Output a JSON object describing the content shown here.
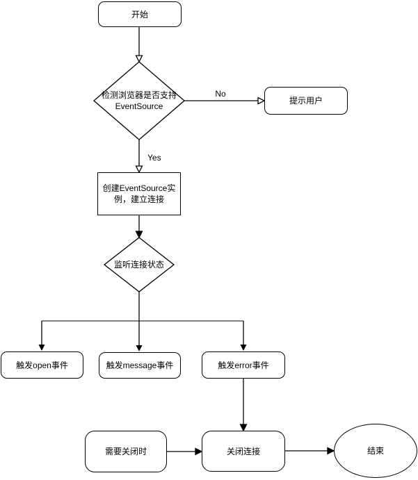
{
  "diagram": {
    "background_color": "#ffffff",
    "shape_fill": "#ffffff",
    "shape_stroke": "#000000",
    "branch_line_color": "#808080",
    "nodes": {
      "start": {
        "type": "rounded-rect",
        "label": "开始"
      },
      "check_support": {
        "type": "diamond",
        "label": "检测浏览器是否支持\nEventSource"
      },
      "prompt_user": {
        "type": "rounded-rect",
        "label": "提示用户"
      },
      "create_instance": {
        "type": "process-rect",
        "label": "创建EventSource实\n例，建立连接"
      },
      "listen_state": {
        "type": "diamond",
        "label": "监听连接状态"
      },
      "open_event": {
        "type": "rounded-rect",
        "label": "触发open事件"
      },
      "message_event": {
        "type": "rounded-rect",
        "label": "触发message事件"
      },
      "error_event": {
        "type": "rounded-rect",
        "label": "触发error事件"
      },
      "need_close": {
        "type": "rounded-rect",
        "label": "需要关闭时"
      },
      "close_connection": {
        "type": "rounded-rect",
        "label": "关闭连接"
      },
      "end": {
        "type": "ellipse",
        "label": "结束"
      }
    },
    "edge_labels": {
      "no": "No",
      "yes": "Yes"
    }
  }
}
